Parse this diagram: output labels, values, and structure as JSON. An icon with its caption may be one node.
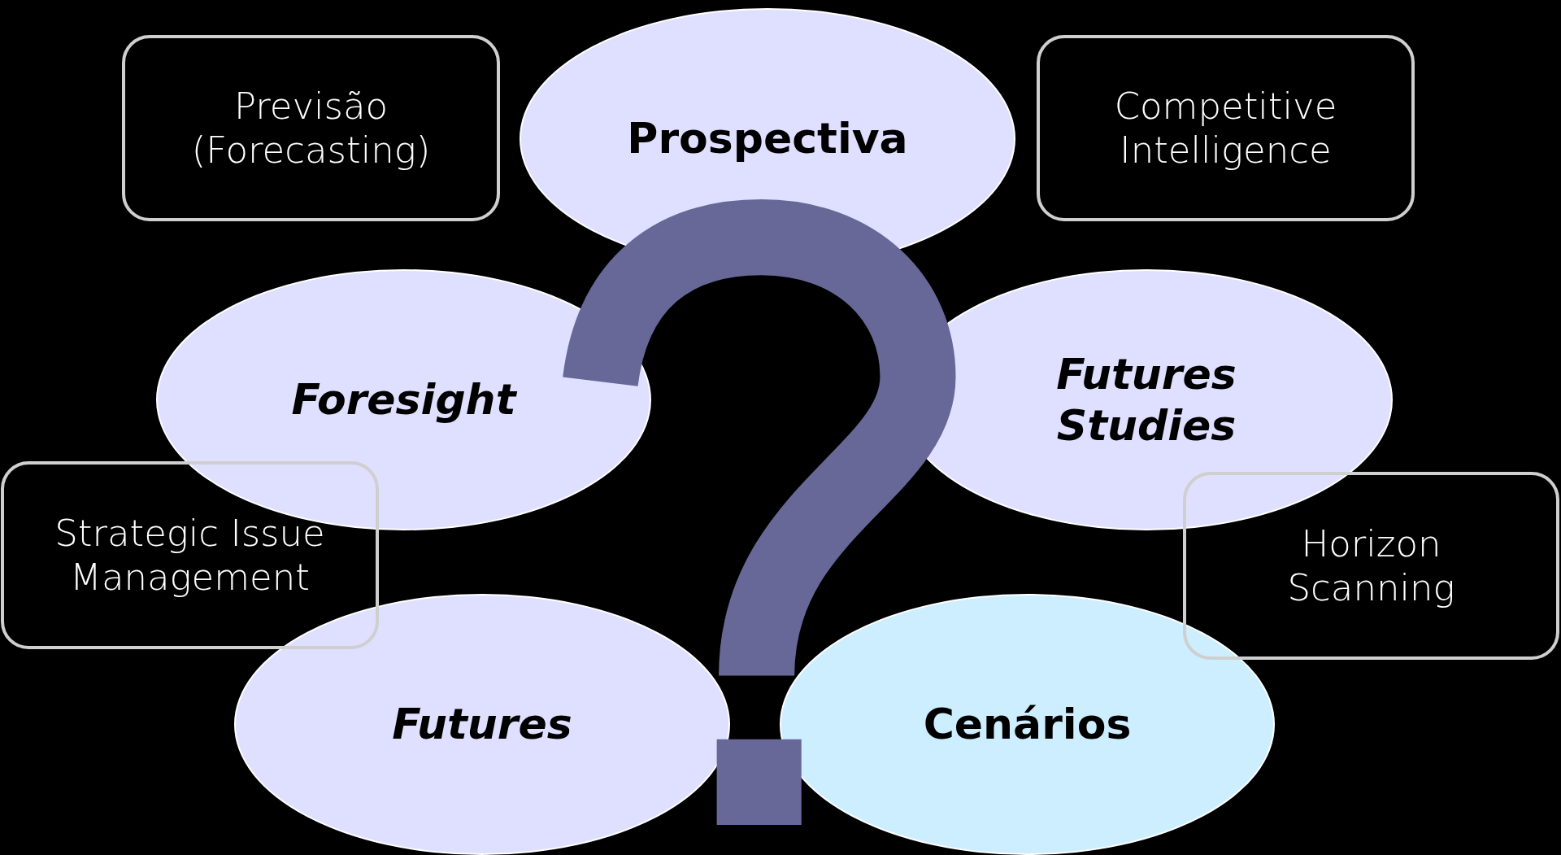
{
  "diagram": {
    "nodes": [
      {
        "text": [
          "Previsão (Forecasting)"
        ]
      },
      {
        "text": [
          "Prospectiva"
        ]
      },
      {
        "text": [
          "Competitive Intelligence"
        ]
      },
      {
        "text": [
          "Foresight"
        ]
      },
      {
        "text": [
          "Futures Studies"
        ]
      },
      {
        "text": [
          "Strategic Issue Management"
        ]
      },
      {
        "text": [
          "Horizon Scanning"
        ]
      },
      {
        "text": [
          "Futures"
        ]
      },
      {
        "text": [
          "Cenários"
        ]
      }
    ],
    "edges": []
  }
}
